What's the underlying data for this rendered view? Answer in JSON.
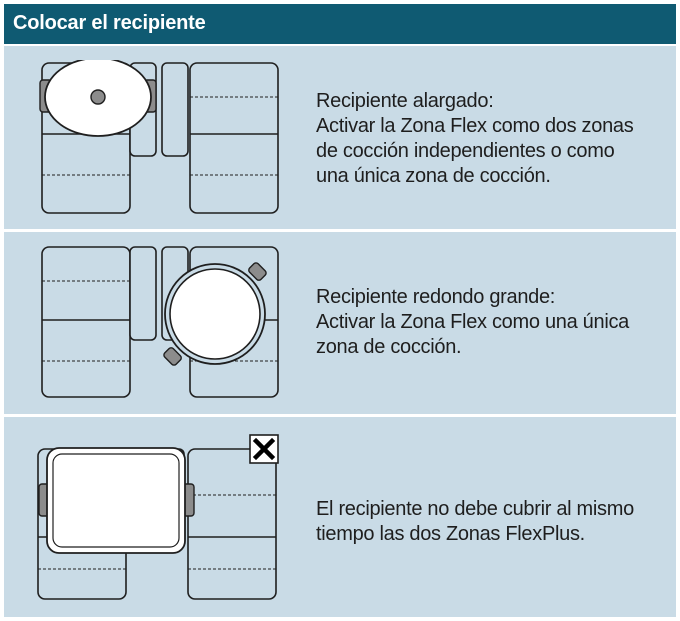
{
  "header": {
    "title": "Colocar el recipiente"
  },
  "rows": [
    {
      "lines": [
        "Recipiente alargado:",
        "Activar la Zona Flex como dos zonas",
        "de cocción independientes o como",
        "una única zona de cocción."
      ]
    },
    {
      "lines": [
        "Recipiente redondo grande:",
        "Activar la Zona Flex como una única",
        "zona de cocción."
      ]
    },
    {
      "lines": [
        "El recipiente no debe cubrir al mismo",
        "tiempo las dos Zonas FlexPlus."
      ]
    }
  ],
  "colors": {
    "header_bg": "#0f5a72",
    "row_bg": "#c9dbe6",
    "cooktop_fill": "#c9dbe6",
    "outline": "#1f1f1f",
    "pan_fill": "#ffffff",
    "handle_fill": "#8c8c8c"
  },
  "icons": {
    "forbidden": "cross-mark-icon"
  }
}
